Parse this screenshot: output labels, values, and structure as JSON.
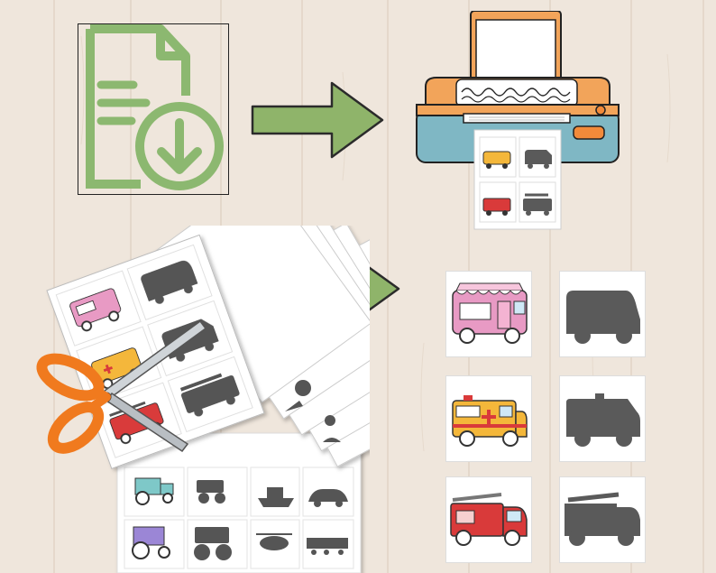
{
  "palette": {
    "wood_light": "#efe6dc",
    "wood_grain": "#e2d5c7",
    "accent_green": "#8fb46a",
    "doc_green": "#8cb870",
    "printer_orange": "#f2a45a",
    "printer_teal": "#7fb7c4",
    "silhouette_gray": "#5a5a5a",
    "card_white": "#ffffff",
    "scissors_orange": "#f07a1e"
  },
  "icons": [
    "download-document-icon",
    "arrow-right-icon",
    "printer-icon",
    "scissors-icon"
  ],
  "steps": [
    "download",
    "print",
    "cut",
    "match"
  ],
  "cards_right": [
    {
      "vehicle": "food-truck",
      "shadow": "van-silhouette"
    },
    {
      "vehicle": "ambulance",
      "shadow": "ambulance-silhouette"
    },
    {
      "vehicle": "fire-truck",
      "shadow": "fire-truck-silhouette"
    }
  ],
  "sheet_vehicles": [
    "tractor",
    "monster-truck",
    "boat",
    "car",
    "helicopter",
    "train"
  ]
}
